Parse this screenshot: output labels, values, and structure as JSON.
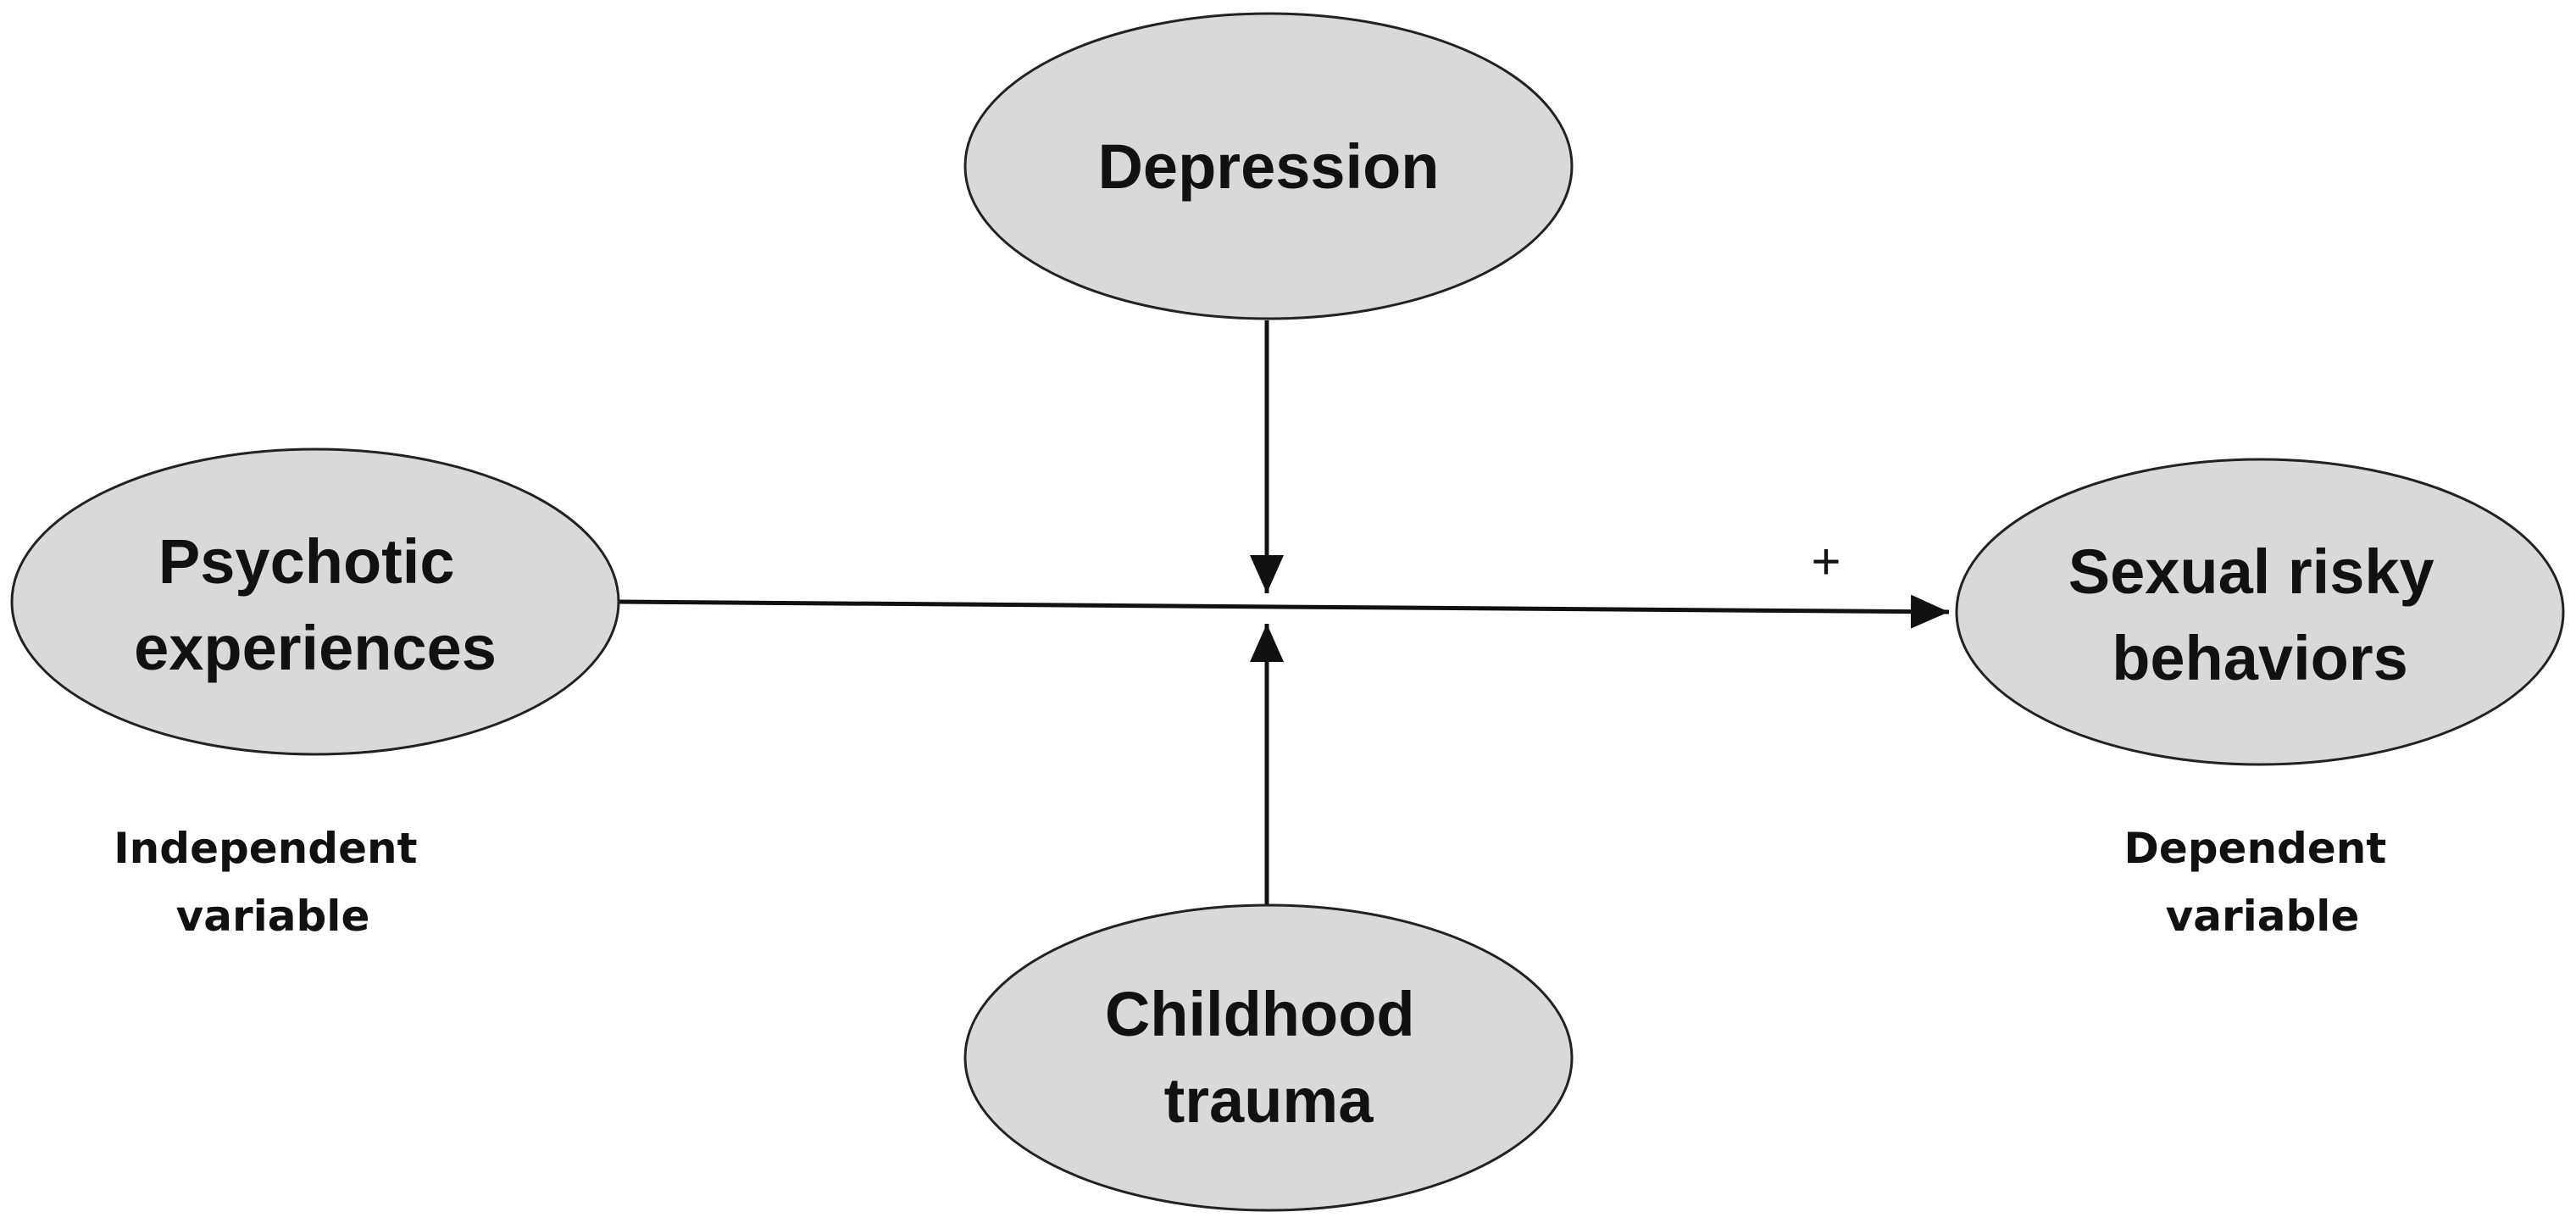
{
  "colors": {
    "node_fill": "#d9d9d9",
    "node_stroke": "#222222",
    "line": "#111111",
    "background": "#ffffff"
  },
  "nodes": {
    "depression": {
      "lines": [
        "Depression"
      ]
    },
    "psychotic": {
      "lines": [
        "Psychotic",
        "experiences"
      ]
    },
    "sexual": {
      "lines": [
        "Sexual risky",
        "behaviors"
      ]
    },
    "childhood": {
      "lines": [
        "Childhood",
        "trauma"
      ]
    }
  },
  "labels": {
    "independent": [
      "Independent",
      "variable"
    ],
    "dependent": [
      "Dependent",
      "variable"
    ]
  },
  "edges": {
    "main_sign": "+"
  }
}
